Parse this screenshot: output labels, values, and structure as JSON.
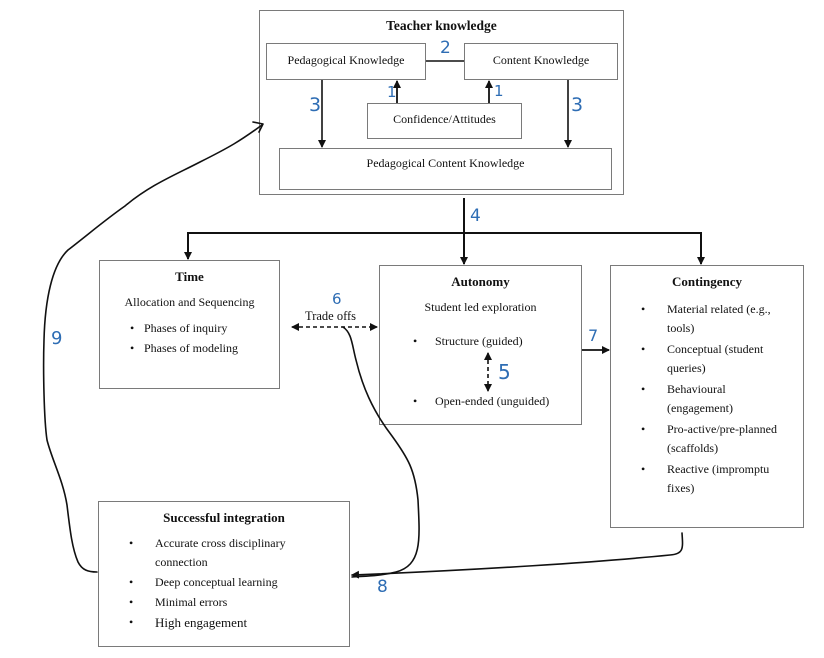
{
  "teacher_knowledge": {
    "title": "Teacher knowledge",
    "pedagogical_knowledge": "Pedagogical Knowledge",
    "content_knowledge": "Content Knowledge",
    "confidence_attitudes": "Confidence/Attitudes",
    "pedagogical_content_knowledge": "Pedagogical Content Knowledge"
  },
  "time": {
    "title": "Time",
    "subtitle": "Allocation and Sequencing",
    "bullets": [
      "Phases of inquiry",
      "Phases of modeling"
    ]
  },
  "autonomy": {
    "title": "Autonomy",
    "subtitle": "Student led exploration",
    "bullets": [
      "Structure (guided)",
      "Open-ended (unguided)"
    ]
  },
  "contingency": {
    "title": "Contingency",
    "bullets": [
      "Material related (e.g., tools)",
      "Conceptual (student queries)",
      "Behavioural (engagement)",
      "Pro-active/pre-planned (scaffolds)",
      "Reactive (impromptu fixes)"
    ]
  },
  "successful_integration": {
    "title": "Successful integration",
    "bullets": [
      "Accurate cross disciplinary connection",
      "Deep conceptual learning",
      "Minimal errors",
      "High engagement"
    ]
  },
  "edge_labels": {
    "trade_offs": "Trade offs"
  },
  "annotations": {
    "n1a": "1",
    "n1b": "1",
    "n2": "2",
    "n3a": "3",
    "n3b": "3",
    "n4": "4",
    "n5": "5",
    "n6": "6",
    "n7": "7",
    "n8": "8",
    "n9": "9"
  },
  "colors": {
    "annotation_blue": "#2e6db4",
    "box_border": "#7a7a7a",
    "line": "#111111"
  }
}
